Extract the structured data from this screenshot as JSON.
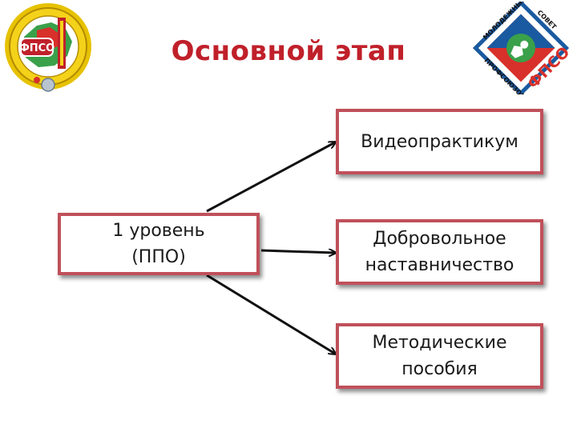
{
  "title": "Основной этап",
  "diagram": {
    "source": {
      "line1": "1 уровень",
      "line2": "(ППО)"
    },
    "targets": [
      {
        "line1": "Видеопрактикум",
        "line2": ""
      },
      {
        "line1": "Добровольное",
        "line2": "наставничество"
      },
      {
        "line1": "Методические",
        "line2": "пособия"
      }
    ]
  },
  "logos": {
    "left": {
      "text": "ФПСО"
    },
    "right": {
      "text_main": "ФПСО",
      "text_arc1": "МОЛОДЕЖНЫЙ",
      "text_arc2": "СОВЕТ",
      "text_arc3": "ПРОФСОЮЗОВ"
    }
  },
  "colors": {
    "title": "#c0202a",
    "box_border": "#c0505a",
    "arrow": "#111111"
  }
}
